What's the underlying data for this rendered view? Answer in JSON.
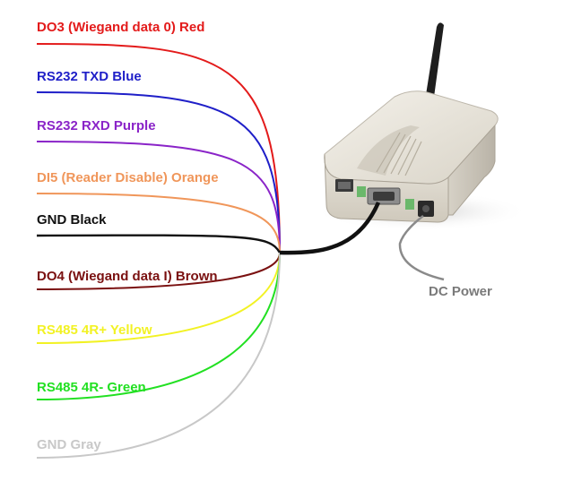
{
  "wires": [
    {
      "label": "DO3 (Wiegand data 0) Red",
      "color": "#e31b1b"
    },
    {
      "label": "RS232 TXD Blue",
      "color": "#1f1fc8"
    },
    {
      "label": "RS232 RXD Purple",
      "color": "#8a24c8"
    },
    {
      "label": "DI5 (Reader Disable) Orange",
      "color": "#f0965a"
    },
    {
      "label": "GND Black",
      "color": "#111111"
    },
    {
      "label": "DO4 (Wiegand data I) Brown",
      "color": "#7a1010"
    },
    {
      "label": "RS485 4R+ Yellow",
      "color": "#f2f224"
    },
    {
      "label": "RS485 4R- Green",
      "color": "#22e022"
    },
    {
      "label": "GND Gray",
      "color": "#c8c8c8"
    }
  ],
  "dc_power": {
    "label": "DC Power",
    "color": "#8a8a8a"
  }
}
